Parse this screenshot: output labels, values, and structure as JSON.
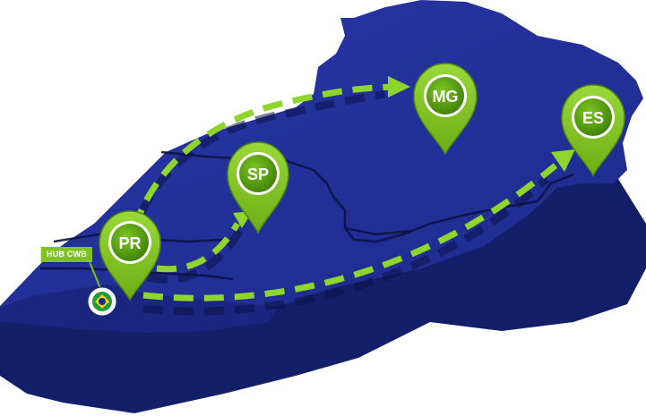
{
  "map": {
    "colors": {
      "land_top": "#232f9a",
      "land_side": "#14206e",
      "land_edge": "#2c3ab0",
      "border": "#0d144d",
      "accent": "#7fc31f",
      "accent_dark": "#4f8a0c",
      "pin_inner": "#5aa50f"
    },
    "states": [
      {
        "label": "PR"
      },
      {
        "label": "SP"
      },
      {
        "label": "MG"
      },
      {
        "label": "ES"
      }
    ],
    "hub": {
      "label": "HUB CWB",
      "icon": "brazil-flag-icon"
    }
  }
}
